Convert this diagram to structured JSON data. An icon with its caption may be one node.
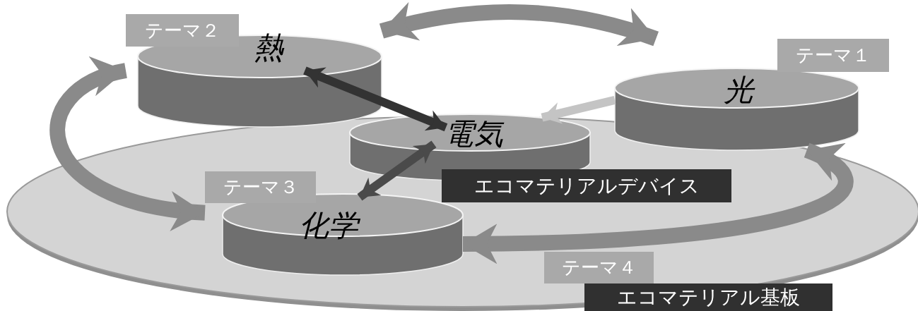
{
  "diagram": {
    "nodes": [
      {
        "text": [
          "エコマテリアル基板"
        ]
      },
      {
        "text": [
          "テーマ２",
          "熱"
        ]
      },
      {
        "text": [
          "テーマ１",
          "光"
        ]
      },
      {
        "text": [
          "電気"
        ],
        "in": 0
      },
      {
        "text": [
          "テーマ３",
          "化学"
        ],
        "in": 0
      }
    ],
    "edges": [
      {
        "from": 1,
        "to": 2,
        "arrow": "both",
        "style": "thick"
      },
      {
        "from": 1,
        "to": 4,
        "arrow": "both",
        "style": "thick"
      },
      {
        "from": 2,
        "to": 4,
        "arrow": "both",
        "style": "thick"
      },
      {
        "from": 2,
        "to": 3,
        "arrow": "to",
        "color": "#c4c4c4"
      },
      {
        "from": 1,
        "to": 3,
        "arrow": "both",
        "color": "#333333"
      },
      {
        "from": 4,
        "to": 3,
        "arrow": "both",
        "color": "#4a4a4a"
      }
    ],
    "labels": [
      "エコマテリアルデバイス",
      "テーマ４"
    ]
  }
}
